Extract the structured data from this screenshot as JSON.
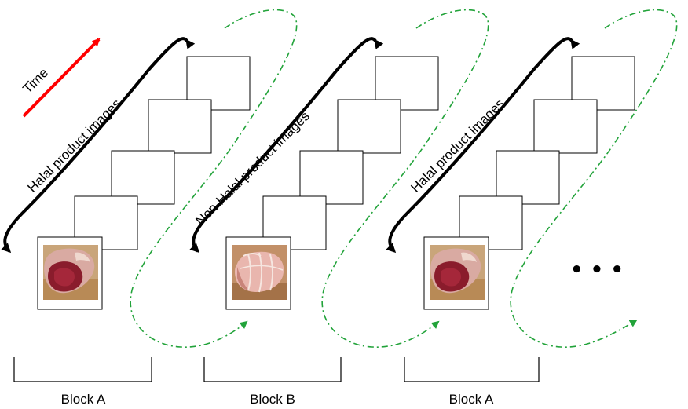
{
  "time_label": "Time",
  "ellipsis": "• • •",
  "blocks": [
    {
      "name": "Block A",
      "arrow_label": "Halal product images",
      "image": "lamb-leg-photo"
    },
    {
      "name": "Block B",
      "arrow_label": "Non-Halal product images",
      "image": "pork-roast-photo"
    },
    {
      "name": "Block A",
      "arrow_label": "Halal product images",
      "image": "lamb-leg-photo"
    }
  ],
  "colors": {
    "time_arrow": "#ff0000",
    "block_arrow": "#000000",
    "transition_arrow": "#22a33a"
  }
}
